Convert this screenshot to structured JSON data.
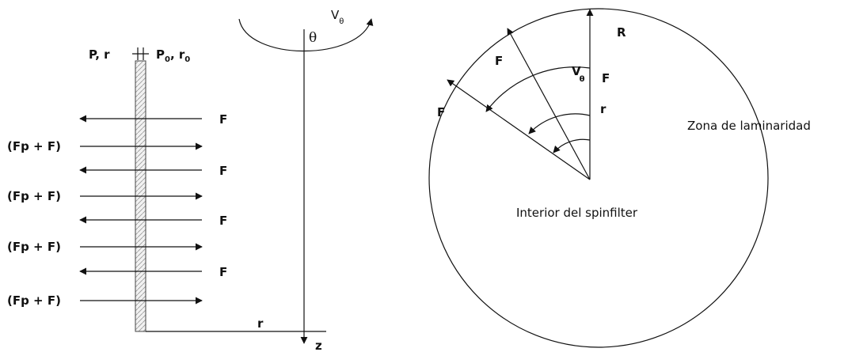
{
  "left_diagram": {
    "top_left_label": "P, r",
    "top_right_label_main": "P",
    "top_right_label_sub": "0",
    "top_right_label_sep": ", r",
    "top_right_label_sub2": "0",
    "force_labels": [
      "F",
      "(Fp + F)",
      "F",
      "(Fp + F)",
      "F",
      "(Fp + F)",
      "F",
      "(Fp + F)"
    ]
  },
  "axis_diagram": {
    "theta": "θ",
    "velocity_main": "V",
    "velocity_sub": "θ",
    "r_label": "r",
    "z_label": "z"
  },
  "circle_diagram": {
    "R_label": "R",
    "velocity_main": "V",
    "velocity_sub": "θ",
    "F_vertical": "F",
    "F_upper": "F",
    "F_left": "F",
    "r_label": "r",
    "zone_label": "Zona de laminaridad",
    "interior_label": "Interior del spinfilter"
  }
}
